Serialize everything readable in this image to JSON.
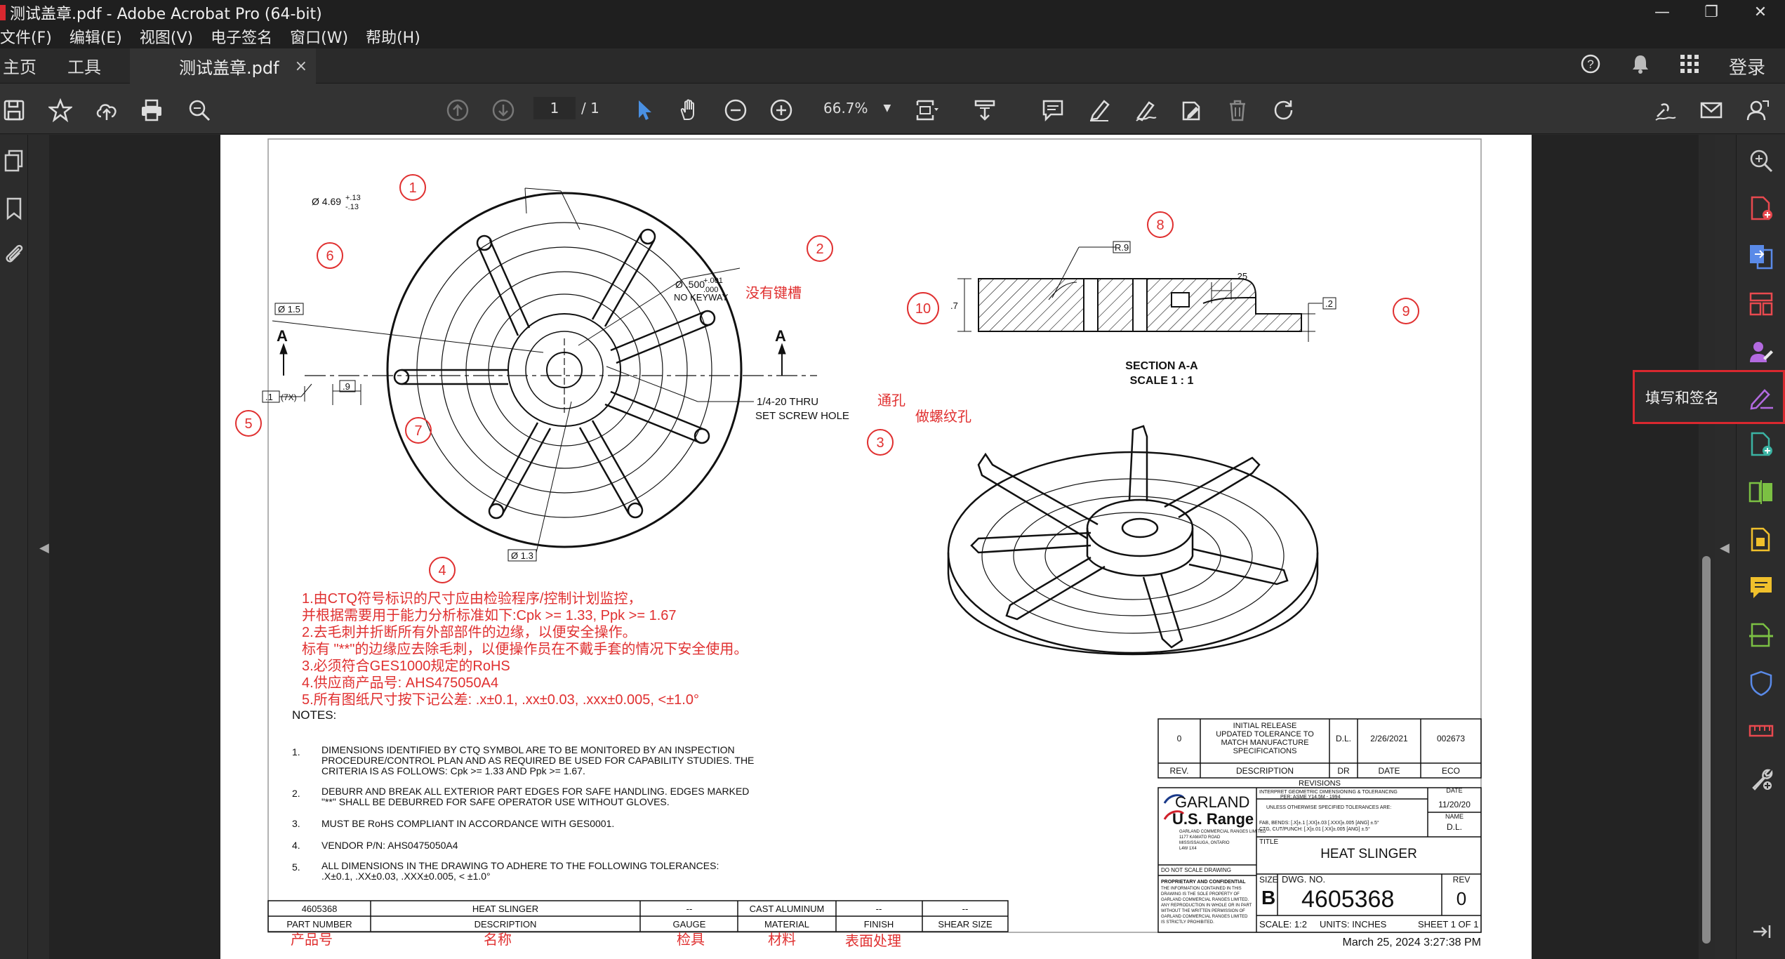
{
  "window": {
    "title": "测试盖章.pdf - Adobe Acrobat Pro (64-bit)"
  },
  "menu": [
    "文件(F)",
    "编辑(E)",
    "视图(V)",
    "电子签名",
    "窗口(W)",
    "帮助(H)"
  ],
  "tabs": {
    "home": "主页",
    "tools": "工具",
    "document": "测试盖章.pdf",
    "close": "×",
    "signin": "登录"
  },
  "toolbar": {
    "page_current": "1",
    "page_total": "/ 1",
    "zoom": "66.7%"
  },
  "right_panel": {
    "fill_sign_label": "填写和签名"
  },
  "drawing": {
    "callouts": [
      "1",
      "2",
      "3",
      "4",
      "5",
      "6",
      "7",
      "8",
      "9",
      "10"
    ],
    "dim_diameter": "Ø 4.69",
    "dim_tol_plus": "+.13",
    "dim_tol_minus": "-.13",
    "dim_bore": "Ø .500",
    "dim_bore_plus": "+.001",
    "dim_bore_minus": ".000",
    "no_keyway": "NO KEYWAY",
    "cn_no_keyway": "没有键槽",
    "dim_15": "Ø 1.5",
    "dim_13": "Ø 1.3",
    "dim_7x": ".1",
    "dim_7x_count": "(7X)",
    "dim_9": ".9",
    "section_letter": "A",
    "thru_hole": "1/4-20 THRU",
    "set_screw": "SET SCREW HOLE",
    "cn_thru": "通孔",
    "cn_set_screw": "做螺纹孔",
    "r9": "R.9",
    "dim_25": ".25",
    "dim_7": ".7",
    "dim_2": ".2",
    "section_title": "SECTION A-A",
    "section_scale": "SCALE 1 : 1",
    "cn_notes": [
      "1.由CTQ符号标识的尺寸应由检验程序/控制计划监控，",
      "并根据需要用于能力分析标准如下:Cpk >= 1.33, Ppk >= 1.67",
      "2.去毛刺并折断所有外部部件的边缘，以便安全操作。",
      "标有 \"**\"的边缘应去除毛刺，以便操作员在不戴手套的情况下安全使用。",
      "3.必须符合GES1000规定的RoHS",
      "4.供应商产品号: AHS475050A4",
      "5.所有图纸尺寸按下记公差: .x±0.1, .xx±0.03, .xxx±0.005, <±1.0°"
    ],
    "notes_title": "NOTES:",
    "notes": [
      {
        "n": "1.",
        "lines": [
          "DIMENSIONS IDENTIFIED BY CTQ SYMBOL ARE TO BE MONITORED BY AN INSPECTION",
          "PROCEDURE/CONTROL PLAN AND AS REQUIRED BE USED FOR CAPABILITY STUDIES.  THE",
          "CRITERIA IS AS FOLLOWS: Cpk >= 1.33 AND Ppk >= 1.67."
        ]
      },
      {
        "n": "2.",
        "lines": [
          "DEBURR AND BREAK ALL EXTERIOR PART EDGES FOR SAFE HANDLING.  EDGES MARKED",
          "\"**\" SHALL BE DEBURRED FOR SAFE OPERATOR USE WITHOUT GLOVES."
        ]
      },
      {
        "n": "3.",
        "lines": [
          "MUST BE RoHS COMPLIANT IN ACCORDANCE WITH GES0001."
        ]
      },
      {
        "n": "4.",
        "lines": [
          "VENDOR P/N: AHS0475050A4"
        ]
      },
      {
        "n": "5.",
        "lines": [
          "ALL DIMENSIONS IN THE DRAWING TO ADHERE TO THE FOLLOWING TOLERANCES:",
          ".X±0.1, .XX±0.03, .XXX±0.005, < ±1.0°"
        ]
      }
    ],
    "parts_table": {
      "values": [
        "4605368",
        "HEAT SLINGER",
        "--",
        "CAST ALUMINUM",
        "--",
        "--"
      ],
      "headers": [
        "PART NUMBER",
        "DESCRIPTION",
        "GAUGE",
        "MATERIAL",
        "FINISH",
        "SHEAR SIZE"
      ],
      "cn": [
        "产品号",
        "名称",
        "检具",
        "材料",
        "表面处理"
      ]
    },
    "rev_table": {
      "rev": "0",
      "desc_lines": [
        "INITIAL RELEASE",
        "UPDATED TOLERANCE TO",
        "MATCH MANUFACTURE",
        "SPECIFICATIONS"
      ],
      "dr": "D.L.",
      "date": "2/26/2021",
      "eco": "002673",
      "headers": [
        "REV.",
        "DESCRIPTION",
        "DR",
        "DATE",
        "ECO"
      ],
      "revisions": "REVISIONS"
    },
    "title_block": {
      "company1": "GARLAND",
      "company2": "U.S. Range",
      "company_small": [
        "GARLAND COMMERCIAL RANGES LIMITED",
        "1177 KAMATO ROAD",
        "MISSISSAUGA, ONTARIO",
        "L4W 1X4"
      ],
      "interpret": [
        "INTERPRET GEOMETRIC DIMENSIONING & TOLERANCING",
        "PER: ASME Y14.5M - 1994"
      ],
      "unless": "UNLESS OTHERWISE SPECIFIED TOLERANCES ARE:",
      "tol1": "FAB, BENDS: [.X]±.1  [.XX]±.03  [.XXX]±.005  [ANG] ±.5°",
      "tol2": "CTG, CUT/PUNCH: [.X]±.01  [.XX]±.005  [ANG] ±.5°",
      "date_lbl": "DATE",
      "date_val": "11/20/20",
      "name_lbl": "NAME",
      "name_val": "D.L.",
      "title_lbl": "TITLE",
      "title_val": "HEAT SLINGER",
      "do_not_scale": "DO NOT SCALE DRAWING",
      "prop_title": "PROPRIETARY AND CONFIDENTIAL",
      "prop_lines": [
        "THE INFORMATION CONTAINED IN THIS",
        "DRAWING IS THE SOLE PROPERTY OF",
        "GARLAND COMMERCIAL RANGES LIMITED.",
        "ANY REPRODUCTION IN WHOLE OR IN PART",
        "WITHOUT THE WRITTEN PERMISSION OF",
        "GARLAND COMMERCIAL RANGES LIMITED",
        "IS STRICTLY PROHIBITED."
      ],
      "size_lbl": "SIZE",
      "size_val": "B",
      "dwg_lbl": "DWG.  NO.",
      "dwg_val": "4605368",
      "rev_lbl": "REV",
      "rev_val": "0",
      "scale": "SCALE: 1:2",
      "units": "UNITS: INCHES",
      "sheet": "SHEET 1 OF 1",
      "timestamp": "March 25, 2024 3:27:38 PM"
    }
  }
}
